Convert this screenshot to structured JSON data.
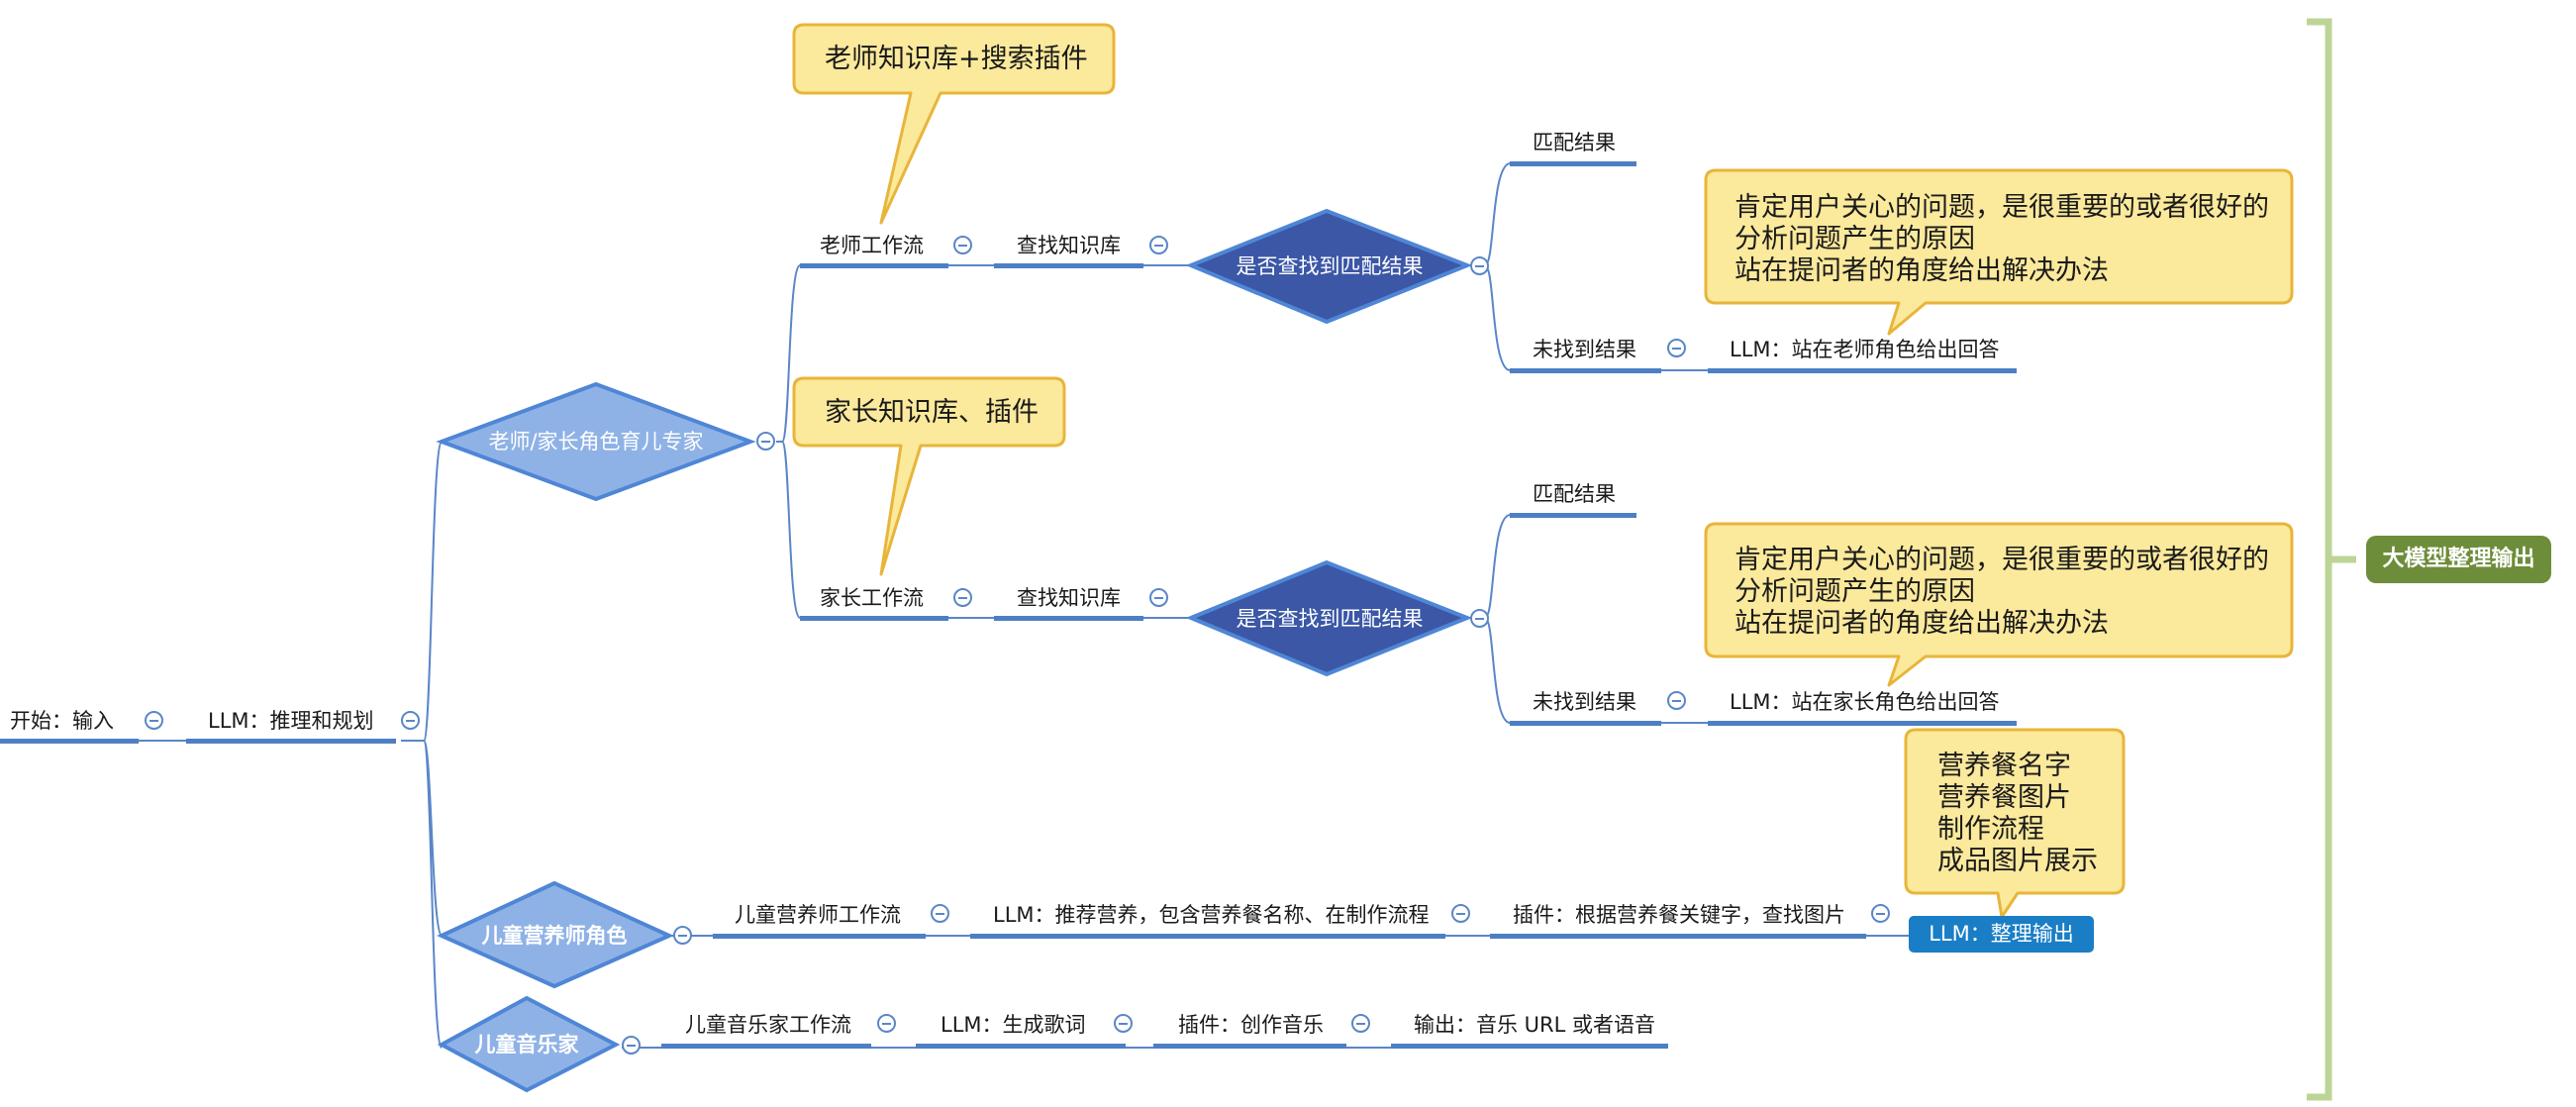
{
  "root": {
    "label": "开始：输入"
  },
  "planner": {
    "label": "LLM：推理和规划"
  },
  "branch_expert": {
    "diamond": "老师/家长角色育儿专家",
    "teacher": {
      "workflow": "老师工作流",
      "search": "查找知识库",
      "decision": "是否查找到匹配结果",
      "match": "匹配结果",
      "nomatch": "未找到结果",
      "answer": "LLM：站在老师角色给出回答",
      "callout_kb": "老师知识库+搜索插件",
      "callout_tip": [
        "肯定用户关心的问题，是很重要的或者很好的",
        "分析问题产生的原因",
        "站在提问者的角度给出解决办法"
      ]
    },
    "parent": {
      "workflow": "家长工作流",
      "search": "查找知识库",
      "decision": "是否查找到匹配结果",
      "match": "匹配结果",
      "nomatch": "未找到结果",
      "answer": "LLM：站在家长角色给出回答",
      "callout_kb": "家长知识库、插件",
      "callout_tip": [
        "肯定用户关心的问题，是很重要的或者很好的",
        "分析问题产生的原因",
        "站在提问者的角度给出解决办法"
      ]
    }
  },
  "branch_nutrition": {
    "diamond": "儿童营养师角色",
    "workflow": "儿童营养师工作流",
    "recommend": "LLM：推荐营养，包含营养餐名称、在制作流程",
    "plugin": "插件：根据营养餐关键字，查找图片",
    "output": "LLM：整理输出",
    "callout": [
      "营养餐名字",
      "营养餐图片",
      "制作流程",
      "成品图片展示"
    ]
  },
  "branch_music": {
    "diamond": "儿童音乐家",
    "workflow": "儿童音乐家工作流",
    "lyrics": "LLM：生成歌词",
    "compose": "插件：创作音乐",
    "output": "输出：音乐 URL 或者语音"
  },
  "side_label": "大模型整理输出",
  "colors": {
    "line": "#5a86c8",
    "underline": "#4d7fc4",
    "diamond_dark": "#3b57a6",
    "diamond_light": "#8fb2e6",
    "diamond_stroke": "#4f86d6",
    "callout_fill": "#fbe99c",
    "callout_stroke": "#e8b53a",
    "bracket": "#bcd596",
    "side_box": "#6d8d3a",
    "llm_box": "#1a7ec6"
  },
  "icons": {
    "collapse": "minus-circle-icon"
  }
}
